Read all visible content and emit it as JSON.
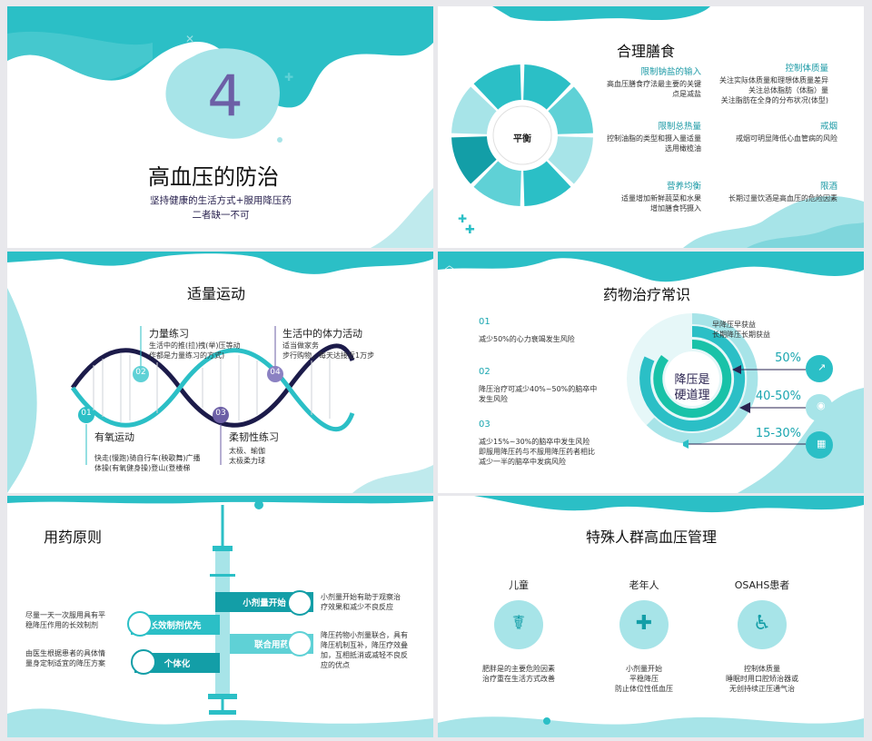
{
  "colors": {
    "teal": "#2bbfc6",
    "teal_dark": "#139ea7",
    "teal_light": "#a7e4e8",
    "purple": "#6c5fa6",
    "navy": "#2a2350"
  },
  "s1": {
    "number": "4",
    "title": "高血压的防治",
    "line1": "坚持健康的生活方式+服用降压药",
    "line2": "二者缺一不可"
  },
  "s2": {
    "title": "合理膳食",
    "center": "平衡",
    "items": [
      {
        "heading": "限制钠盐的输入",
        "lines": [
          "高血压膳食疗法最主要的关键",
          "点是减盐"
        ]
      },
      {
        "heading": "控制体质量",
        "lines": [
          "关注实际体质量和理想体质量差异",
          "关注总体脂肪（体脂）量",
          "关注脂肪在全身的分布状况(体型)"
        ]
      },
      {
        "heading": "限制总热量",
        "lines": [
          "控制油脂的类型和摄入量适量",
          "选用橄榄油"
        ]
      },
      {
        "heading": "戒烟",
        "lines": [
          "戒烟可明显降低心血管病的风险"
        ]
      },
      {
        "heading": "营养均衡",
        "lines": [
          "适量增加新鲜蔬菜和水果",
          "增加膳食钙摄入"
        ]
      },
      {
        "heading": "限酒",
        "lines": [
          "长期过量饮酒是高血压的危险因素"
        ]
      }
    ]
  },
  "s3": {
    "title": "适量运动",
    "nodes": [
      {
        "num": "01",
        "heading": "有氧运动",
        "lines": [
          "快走(慢跑)骑自行车(秧歌舞)广播",
          "体操(有氧健身操)登山(登楼梯"
        ]
      },
      {
        "num": "02",
        "heading": "力量练习",
        "lines": [
          "生活中的推(拉)拽(举)压等动",
          "作都是力量练习的方式)"
        ]
      },
      {
        "num": "03",
        "heading": "柔韧性练习",
        "lines": [
          "太极、瑜伽",
          "太极柔力球"
        ]
      },
      {
        "num": "04",
        "heading": "生活中的体力活动",
        "lines": [
          "适当做家务",
          "步行购物，每天达接近1万步"
        ]
      }
    ]
  },
  "s4": {
    "title": "药物治疗常识",
    "items": [
      {
        "num": "01",
        "lines": [
          "减少50%的心力衰竭发生风险"
        ]
      },
      {
        "num": "02",
        "lines": [
          "降压治疗可减少40%~50%的脑卒中",
          "发生风险"
        ]
      },
      {
        "num": "03",
        "lines": [
          "减少15%~30%的脑卒中发生风险",
          "即服用降压药与不服用降压药者相比",
          "减少一半的脑卒中发病风险"
        ]
      }
    ],
    "center_line1": "降压是",
    "center_line2": "硬道理",
    "note_line1": "早降压早获益",
    "note_line2": "长期降压长期获益",
    "pcts": [
      "50%",
      "40-50%",
      "15-30%"
    ]
  },
  "s5": {
    "title": "用药原则",
    "labels": [
      {
        "tag": "小剂量开始",
        "desc": [
          "小剂量开始有助于观察治",
          "疗效果和减少不良反应"
        ]
      },
      {
        "tag": "长效制剂优先",
        "desc": [
          "尽量一天一次服用具有平",
          "稳降压作用的长效制剂"
        ]
      },
      {
        "tag": "联合用药",
        "desc": [
          "降压药物小剂量联合，具有",
          "降压机制互补，降压疗效叠",
          "加，互相抵消或减轻不良反",
          "应的优点"
        ]
      },
      {
        "tag": "个体化",
        "desc": [
          "由医生根据患者的具体情",
          "量身定制适宜的降压方案"
        ]
      }
    ]
  },
  "s6": {
    "title": "特殊人群高血压管理",
    "groups": [
      {
        "name": "儿童",
        "lines": [
          "肥胖是的主要危险因素",
          "治疗重在生活方式改善"
        ]
      },
      {
        "name": "老年人",
        "lines": [
          "小剂量开始",
          "平稳降压",
          "防止体位性低血压"
        ]
      },
      {
        "name": "OSAHS患者",
        "lines": [
          "控制体质量",
          "睡眠时用口腔矫治器或",
          "无创持续正压通气治"
        ]
      }
    ]
  }
}
